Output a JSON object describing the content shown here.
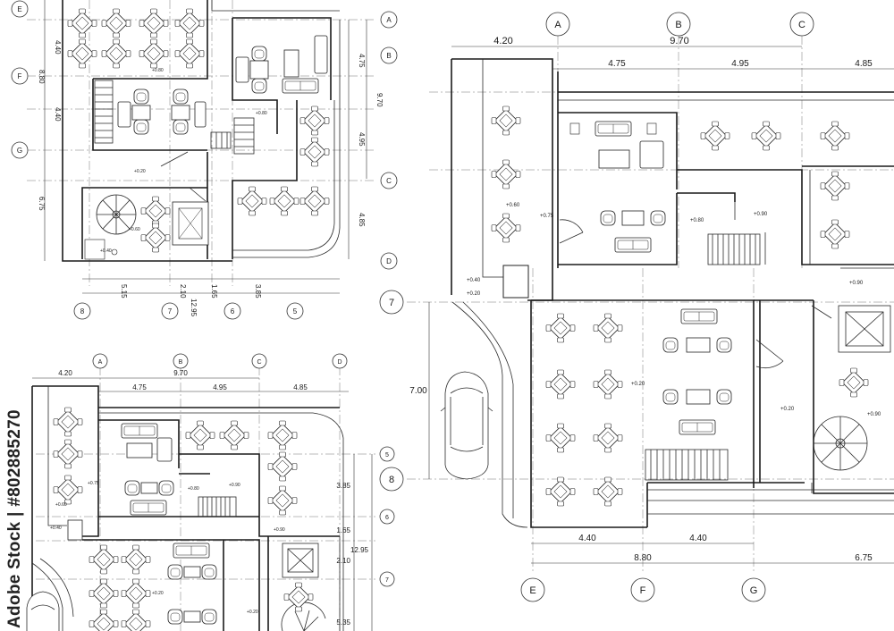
{
  "watermark": "Adobe Stock | #802885270",
  "main_plan": {
    "grid_top": [
      "A",
      "B",
      "C"
    ],
    "grid_bottom": [
      "E",
      "F",
      "G"
    ],
    "grid_left": [
      "7",
      "8"
    ],
    "dims_top_overall": [
      "4.20",
      "9.70"
    ],
    "dims_top_bays": [
      "4.75",
      "4.95",
      "4.85"
    ],
    "dims_bottom_bays": [
      "4.40",
      "4.40"
    ],
    "dims_bottom_overall": [
      "8.80",
      "6.75"
    ],
    "dim_left": "7.00",
    "levels": [
      "+0.60",
      "+0.75",
      "+0.80",
      "+0.90",
      "+0.40",
      "+0.20",
      "+0.20",
      "+0.20",
      "+0.90",
      "+0.90"
    ]
  },
  "top_left_plan": {
    "grid_right": [
      "A",
      "B",
      "C",
      "D"
    ],
    "grid_left": [
      "E",
      "F",
      "G"
    ],
    "grid_bottom": [
      "8",
      "7",
      "6",
      "5"
    ],
    "dims_left": [
      "4.40",
      "8.80",
      "4.40",
      "6.75"
    ],
    "dims_right": [
      "4.75",
      "9.70",
      "4.95",
      "4.85"
    ],
    "dims_bottom": [
      "5.15",
      "2.10",
      "1.65",
      "3.85"
    ],
    "dim_bottom_overall": "12.95",
    "levels": [
      "+0.80",
      "+0.20",
      "+0.80",
      "+0.60",
      "+0.40"
    ]
  },
  "bottom_left_plan": {
    "grid_top": [
      "A",
      "B",
      "C",
      "D"
    ],
    "grid_right": [
      "5",
      "6",
      "7"
    ],
    "dims_top_overall": [
      "4.20",
      "9.70"
    ],
    "dims_top_bays": [
      "4.75",
      "4.95",
      "4.85"
    ],
    "dims_right": [
      "3.85",
      "1.65",
      "2.10",
      "5.35"
    ],
    "dim_right_overall": "12.95",
    "levels": [
      "+0.75",
      "+0.60",
      "+0.80",
      "+0.90",
      "+0.40",
      "+0.20",
      "+0.20",
      "+0.90"
    ]
  }
}
